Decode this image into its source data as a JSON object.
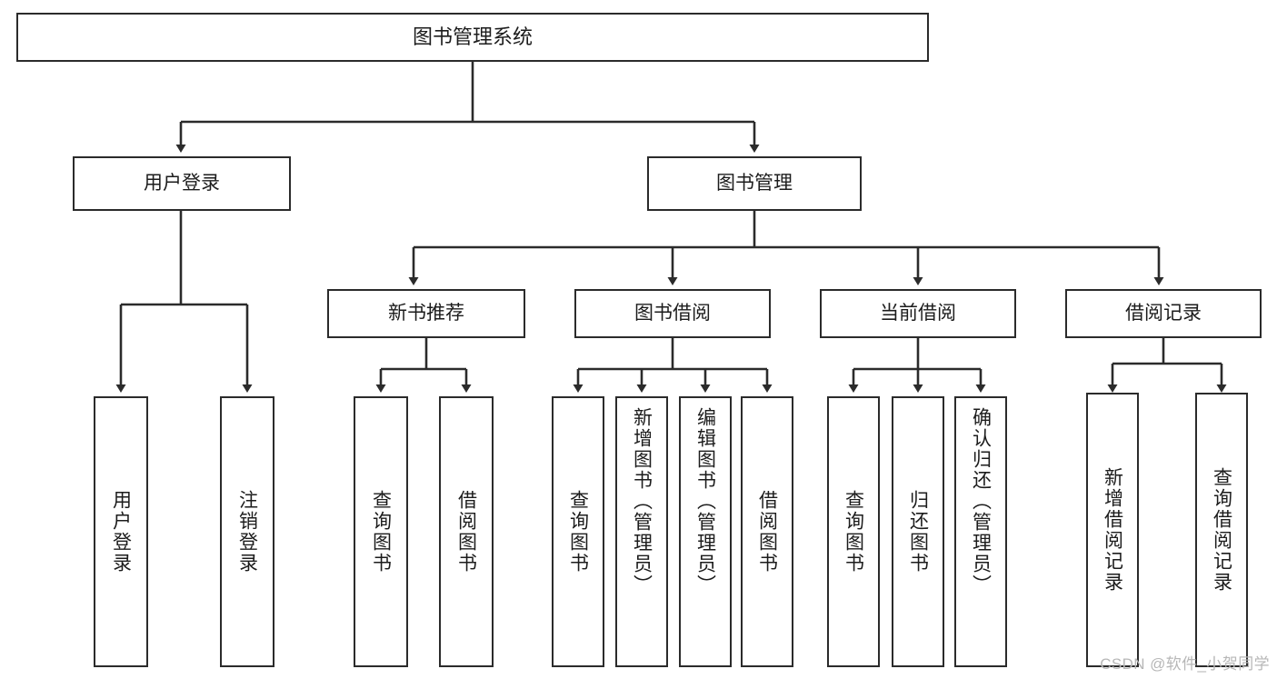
{
  "diagram": {
    "title_node": {
      "label": "图书管理系统"
    },
    "level1": [
      {
        "id": "user-login",
        "label": "用户登录"
      },
      {
        "id": "book-manage",
        "label": "图书管理"
      }
    ],
    "level2": [
      {
        "id": "new-book-recommend",
        "label": "新书推荐"
      },
      {
        "id": "book-borrow",
        "label": "图书借阅"
      },
      {
        "id": "current-borrow",
        "label": "当前借阅"
      },
      {
        "id": "borrow-record",
        "label": "借阅记录"
      }
    ],
    "leaves": [
      {
        "id": "leaf-user-login",
        "label": "用户登录",
        "parent": "user-login"
      },
      {
        "id": "leaf-logout-login",
        "label": "注销登录",
        "parent": "user-login"
      },
      {
        "id": "leaf-query-book-1",
        "label": "查询图书",
        "parent": "new-book-recommend"
      },
      {
        "id": "leaf-borrow-book-1",
        "label": "借阅图书",
        "parent": "new-book-recommend"
      },
      {
        "id": "leaf-query-book-2",
        "label": "查询图书",
        "parent": "book-borrow"
      },
      {
        "id": "leaf-add-book",
        "label": "新增图书（管理员）",
        "parent": "book-borrow"
      },
      {
        "id": "leaf-edit-book",
        "label": "编辑图书（管理员）",
        "parent": "book-borrow"
      },
      {
        "id": "leaf-borrow-book-2",
        "label": "借阅图书",
        "parent": "book-borrow"
      },
      {
        "id": "leaf-query-book-3",
        "label": "查询图书",
        "parent": "current-borrow"
      },
      {
        "id": "leaf-return-book",
        "label": "归还图书",
        "parent": "current-borrow"
      },
      {
        "id": "leaf-confirm-return",
        "label": "确认归还（管理员）",
        "parent": "current-borrow"
      },
      {
        "id": "leaf-add-record",
        "label": "新增借阅记录",
        "parent": "borrow-record"
      },
      {
        "id": "leaf-query-record",
        "label": "查询借阅记录",
        "parent": "borrow-record"
      }
    ]
  },
  "watermark": {
    "text": "CSDN @软件_小贺同学"
  },
  "colors": {
    "stroke": "#2b2b2b",
    "box_fill": "#ffffff",
    "text": "#1c1c1c",
    "watermark": "#b7b7b7",
    "background": "#ffffff"
  }
}
